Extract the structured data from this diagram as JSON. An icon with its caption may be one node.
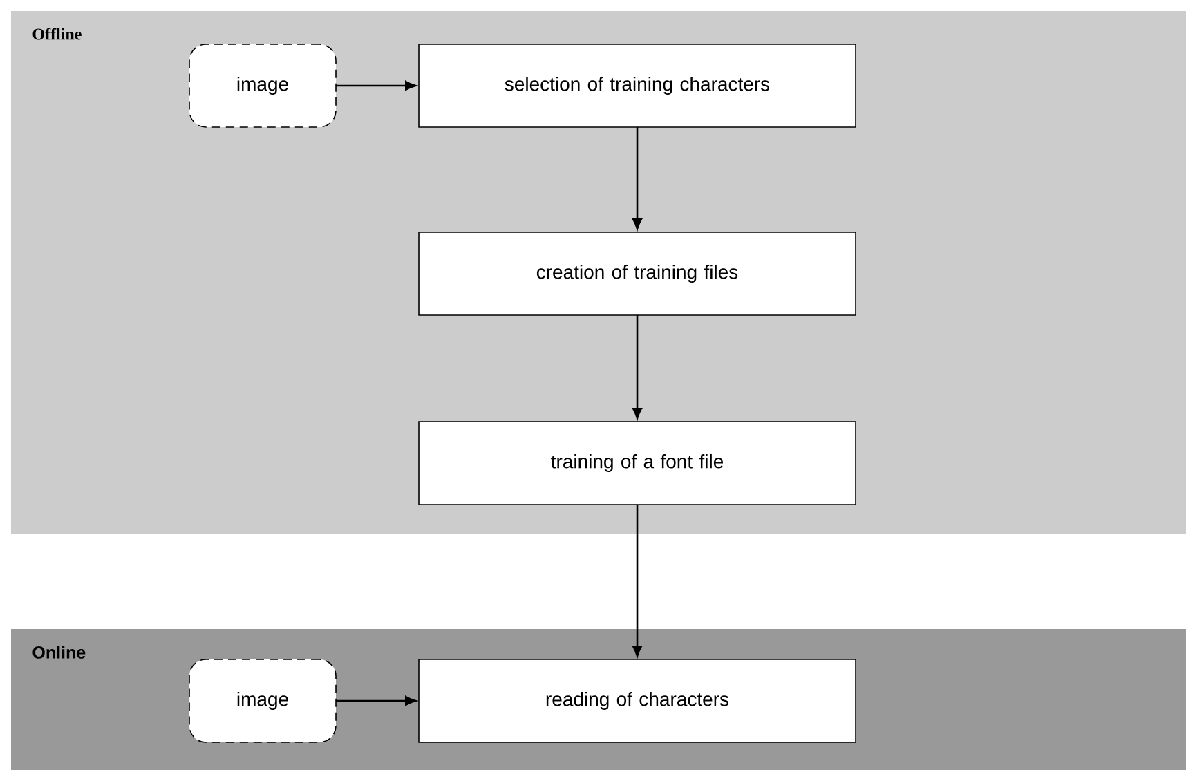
{
  "diagram": {
    "nodes": [
      {
        "text": [
          "Offline"
        ]
      },
      {
        "text": [
          "image"
        ],
        "in": 0
      },
      {
        "text": [
          "selection of training characters"
        ],
        "in": 0
      },
      {
        "text": [
          "creation of training files"
        ],
        "in": 0
      },
      {
        "text": [
          "training of a font file"
        ],
        "in": 0
      },
      {
        "text": [
          "Online"
        ]
      },
      {
        "text": [
          "image"
        ],
        "in": 5
      },
      {
        "text": [
          "reading of characters"
        ],
        "in": 5
      }
    ],
    "edges": [
      {
        "from": 1,
        "to": 2,
        "arrow": "to"
      },
      {
        "from": 2,
        "to": 3,
        "arrow": "to"
      },
      {
        "from": 3,
        "to": 4,
        "arrow": "to"
      },
      {
        "from": 4,
        "to": 7,
        "arrow": "to"
      },
      {
        "from": 6,
        "to": 7,
        "arrow": "to"
      }
    ]
  }
}
